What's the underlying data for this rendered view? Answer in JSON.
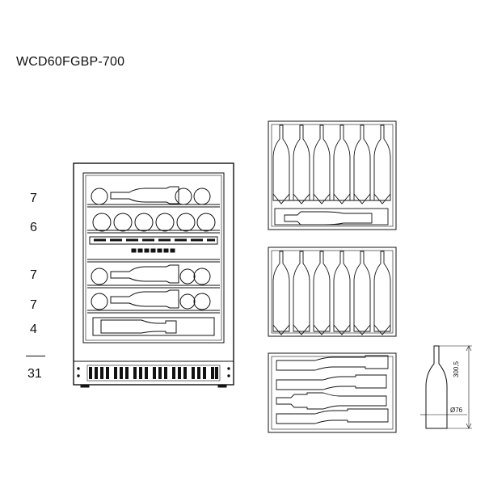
{
  "model": "WCD60FGBP-700",
  "shelf_counts": [
    "7",
    "6",
    "7",
    "7",
    "4"
  ],
  "total": "31",
  "bottle": {
    "height_label": "300,5",
    "diameter_label": "Ø76"
  },
  "colors": {
    "line": "#111111",
    "background": "#ffffff"
  }
}
